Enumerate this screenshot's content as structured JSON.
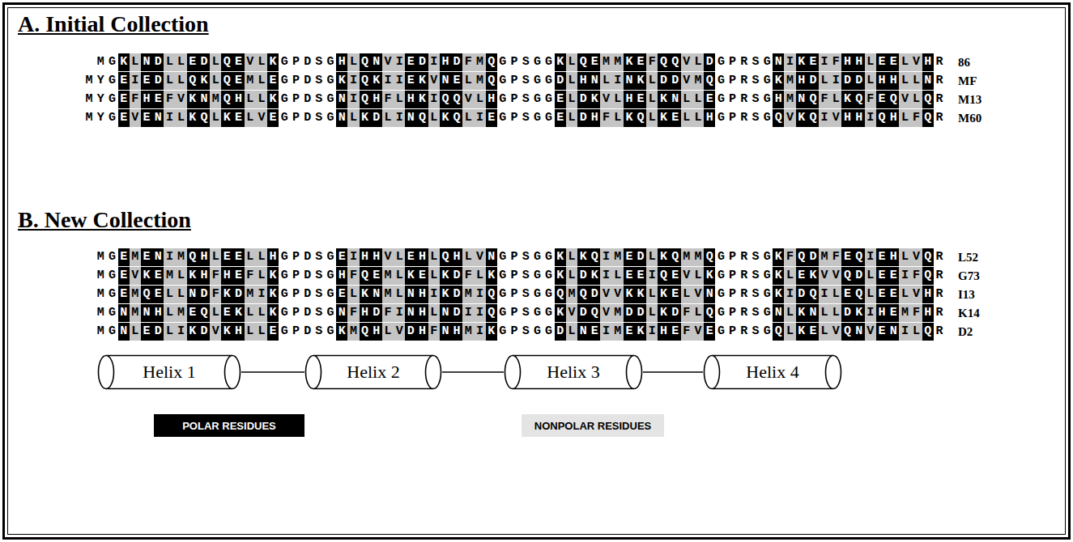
{
  "diagram": {
    "nodes": [
      {
        "text": [
          "Helix 1"
        ]
      },
      {
        "text": [
          "Helix 2"
        ]
      },
      {
        "text": [
          "Helix 3"
        ]
      },
      {
        "text": [
          "Helix 4"
        ]
      }
    ],
    "edges": [
      {
        "from": 0,
        "to": 1,
        "arrow": "none"
      },
      {
        "from": 1,
        "to": 2,
        "arrow": "none"
      },
      {
        "from": 2,
        "to": 3,
        "arrow": "none"
      }
    ],
    "labels": [
      "A. Initial Collection",
      "MGKLNDLLEDLQEVLKGPDSGHLQNVIEDIHDFMQGPSGGKLQEMMKEFQQVLDGPRSGNIKEIFHHLEELVHR",
      "86",
      "MYGEIEDLLQKLQEMLEGPDSGKIQKIIEKVNELMQGPSGGDLHNLINKLDDVMQGPRSGKMHDLIDDLHHLLNR",
      "MF",
      "MYGEFHEFVKNMQHLLKGPDSGNIQHFLHKIQQVLHGPSGGELDKVLHELKNLLEGPRSGHMNQFLKQFEQVLQR",
      "M13",
      "MYGEVENILKQLKELVEGPDSGNLKDLINQLKQLIEGPSGGELDHFLKQLKELLHGPRSGQVKQIVHHIQHLFQR",
      "M60",
      "B. New Collection",
      "MGEMENIMQHLEELLHGPDSGEIHHVLEHLQHLVNGPSGGKLKQIMEDLKQMMQGPRSGKFQDMFEQIEHLVQR",
      "L52",
      "MGEVKEMLKHFHEFLKGPDSGHFQEMLKELKDFLKGPSGGKLDKILEEIQEVLKGPRSGKLEKVVQDLEEIFQR",
      "G73",
      "MGEMQELLNDFKDMIKGPDSGELKNMLNHIKDMIQGPSGGQMQDVVKKLKELVNGPRSGKIDQILEQLEELVHR",
      "I13",
      "MGNMNHLMEQLEKLLKGPDSGNFHDFINHLNDIIQGPSGGKVDQVMDDLKDFLQGPRSGNLKNLLDKIHEMFHR",
      "K14",
      "MGNLEDLIKDVKHLLEGPDSGKMQHLVDHFNHMIKGPSGGDLNEIMEKIHEFVEGPRSGQLKELVQNVENILQR",
      "D2"
    ],
    "legend": [
      {
        "text": "POLAR RESIDUES",
        "color": "#000000"
      },
      {
        "text": "NONPOLAR RESIDUES",
        "color": "#e4e4e4"
      }
    ]
  }
}
